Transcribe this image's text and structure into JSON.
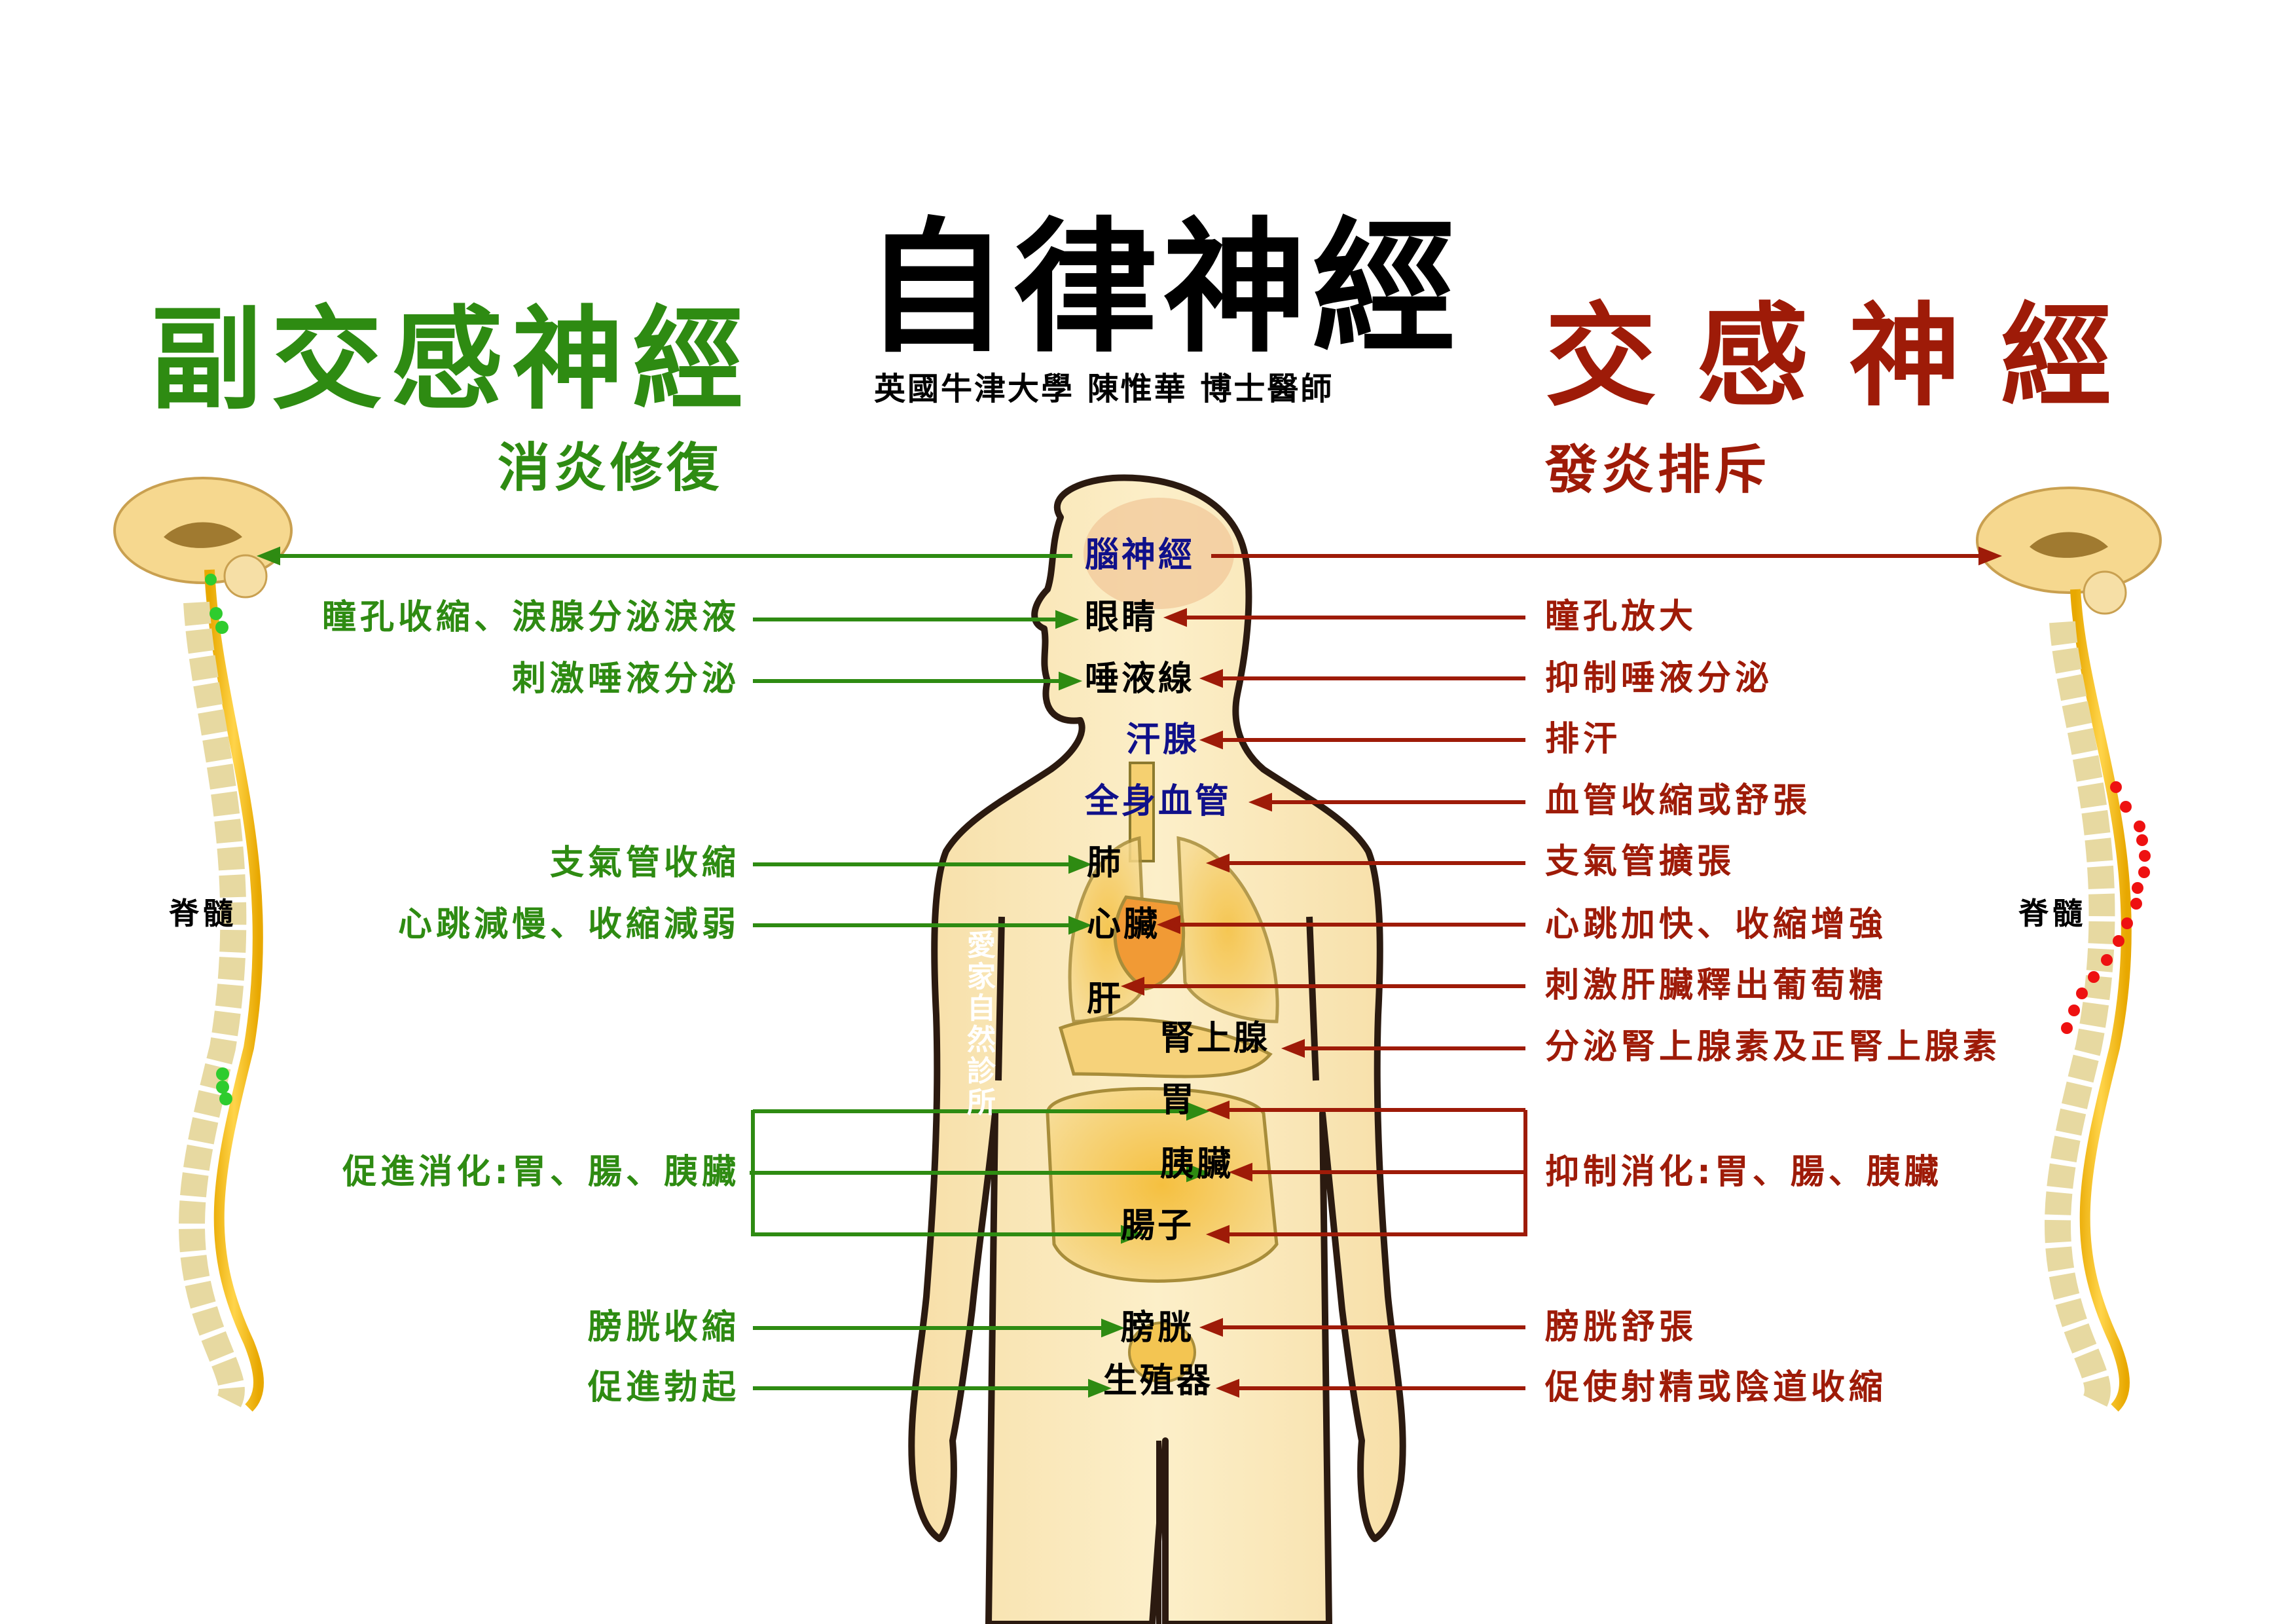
{
  "header": {
    "title": "自律神經",
    "subtitle": "英國牛津大學 陳惟華 博士醫師"
  },
  "parasympathetic": {
    "title": "副交感神經",
    "subtitle": "消炎修復",
    "color": "#2e8b12",
    "effects": [
      {
        "organ": "腦神經",
        "text": ""
      },
      {
        "organ": "眼睛",
        "text": "瞳孔收縮、淚腺分泌淚液"
      },
      {
        "organ": "唾液線",
        "text": "刺激唾液分泌"
      },
      {
        "organ": "肺",
        "text": "支氣管收縮"
      },
      {
        "organ": "心臟",
        "text": "心跳減慢、收縮減弱"
      },
      {
        "organ": "胃/腸子/胰臟",
        "text": "促進消化:胃、腸、胰臟"
      },
      {
        "organ": "膀胱",
        "text": "膀胱收縮"
      },
      {
        "organ": "生殖器",
        "text": "促進勃起"
      }
    ]
  },
  "sympathetic": {
    "title": "交感神經",
    "subtitle": "發炎排斥",
    "color": "#9e1b08",
    "effects": [
      {
        "organ": "腦神經",
        "text": ""
      },
      {
        "organ": "眼睛",
        "text": "瞳孔放大"
      },
      {
        "organ": "唾液線",
        "text": "抑制唾液分泌"
      },
      {
        "organ": "汗腺",
        "text": "排汗"
      },
      {
        "organ": "全身血管",
        "text": "血管收縮或舒張"
      },
      {
        "organ": "肺",
        "text": "支氣管擴張"
      },
      {
        "organ": "心臟",
        "text": "心跳加快、收縮增強"
      },
      {
        "organ": "肝",
        "text": "刺激肝臟釋出葡萄糖"
      },
      {
        "organ": "腎上腺",
        "text": "分泌腎上腺素及正腎上腺素"
      },
      {
        "organ": "胃/胰臟/腸子",
        "text": "抑制消化:胃、腸、胰臟"
      },
      {
        "organ": "膀胱",
        "text": "膀胱舒張"
      },
      {
        "organ": "生殖器",
        "text": "促使射精或陰道收縮"
      }
    ]
  },
  "organs": {
    "brain": "腦神經",
    "eyes": "眼睛",
    "salivary": "唾液線",
    "sweat": "汗腺",
    "vessels": "全身血管",
    "lung": "肺",
    "heart": "心臟",
    "liver": "肝",
    "adrenal": "腎上腺",
    "stomach": "胃",
    "pancreas": "胰臟",
    "intestine": "腸子",
    "bladder": "膀胱",
    "genitals": "生殖器"
  },
  "spine": {
    "left_label": "脊髓",
    "right_label": "脊髓"
  },
  "watermark": "愛家自然診所",
  "colors": {
    "parasympathetic": "#2e8b12",
    "sympathetic": "#9e1b08",
    "organ_blue": "#10108a",
    "skin": "#fbe7b4",
    "organ_fill": "#f2c04a"
  }
}
